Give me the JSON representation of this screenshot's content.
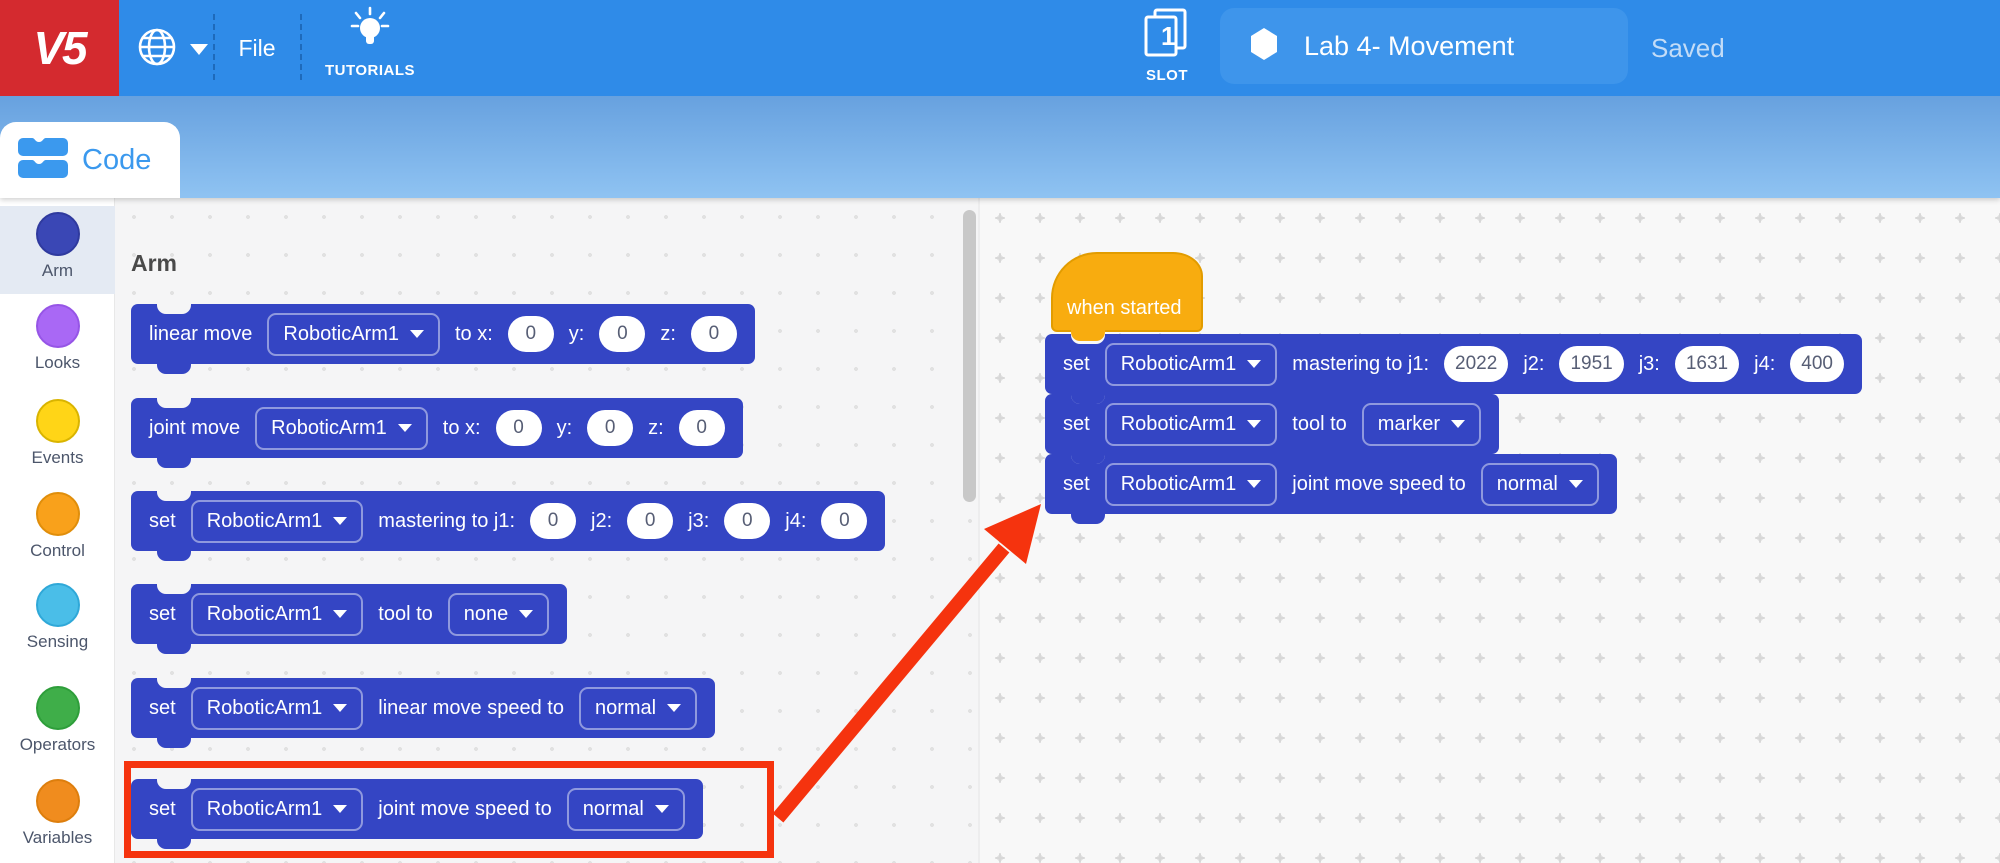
{
  "header": {
    "logo_text": "V5",
    "file_menu": "File",
    "tutorials_label": "TUTORIALS",
    "slot_label": "SLOT",
    "slot_number": "1",
    "project_name": "Lab 4- Movement",
    "save_status": "Saved"
  },
  "toolbar_tab": {
    "code_label": "Code"
  },
  "sidebar": {
    "items": [
      {
        "label": "Arm",
        "color": "#3A47B5",
        "selected": true
      },
      {
        "label": "Looks",
        "color": "#A968F5",
        "selected": false
      },
      {
        "label": "Events",
        "color": "#FFD517",
        "selected": false
      },
      {
        "label": "Control",
        "color": "#F9A11B",
        "selected": false
      },
      {
        "label": "Sensing",
        "color": "#4ABEE8",
        "selected": false
      },
      {
        "label": "Operators",
        "color": "#3FAE49",
        "selected": false
      },
      {
        "label": "Variables",
        "color": "#F08C1E",
        "selected": false
      }
    ]
  },
  "palette": {
    "section_header": "Arm",
    "blocks": [
      {
        "lead": "linear move",
        "device": "RoboticArm1",
        "a1": "to x:",
        "v1": "0",
        "a2": "y:",
        "v2": "0",
        "a3": "z:",
        "v3": "0"
      },
      {
        "lead": "joint move",
        "device": "RoboticArm1",
        "a1": "to x:",
        "v1": "0",
        "a2": "y:",
        "v2": "0",
        "a3": "z:",
        "v3": "0"
      },
      {
        "lead": "set",
        "device": "RoboticArm1",
        "a1": "mastering to j1:",
        "v1": "0",
        "a2": "j2:",
        "v2": "0",
        "a3": "j3:",
        "v3": "0",
        "a4": "j4:",
        "v4": "0"
      },
      {
        "lead": "set",
        "device": "RoboticArm1",
        "mid": "tool to",
        "option": "none"
      },
      {
        "lead": "set",
        "device": "RoboticArm1",
        "mid": "linear move speed to",
        "option": "normal"
      },
      {
        "lead": "set",
        "device": "RoboticArm1",
        "mid": "joint move speed to",
        "option": "normal"
      }
    ]
  },
  "canvas": {
    "hat_label": "when started",
    "blocks": [
      {
        "lead": "set",
        "device": "RoboticArm1",
        "a1": "mastering to j1:",
        "v1": "2022",
        "a2": "j2:",
        "v2": "1951",
        "a3": "j3:",
        "v3": "1631",
        "a4": "j4:",
        "v4": "400"
      },
      {
        "lead": "set",
        "device": "RoboticArm1",
        "mid": "tool to",
        "option": "marker"
      },
      {
        "lead": "set",
        "device": "RoboticArm1",
        "mid": "joint move speed to",
        "option": "normal"
      }
    ]
  },
  "colors": {
    "topbar_blue": "#2F8BE8",
    "logo_red": "#D42A2F",
    "subbar_blue": "#7FB2E8",
    "block_blue": "#3445C4",
    "hat_yellow": "#F8AC0F",
    "highlight_red": "#F5330E",
    "accent_blue": "#3B99EE",
    "project_pill_blue": "#3E95EB"
  }
}
